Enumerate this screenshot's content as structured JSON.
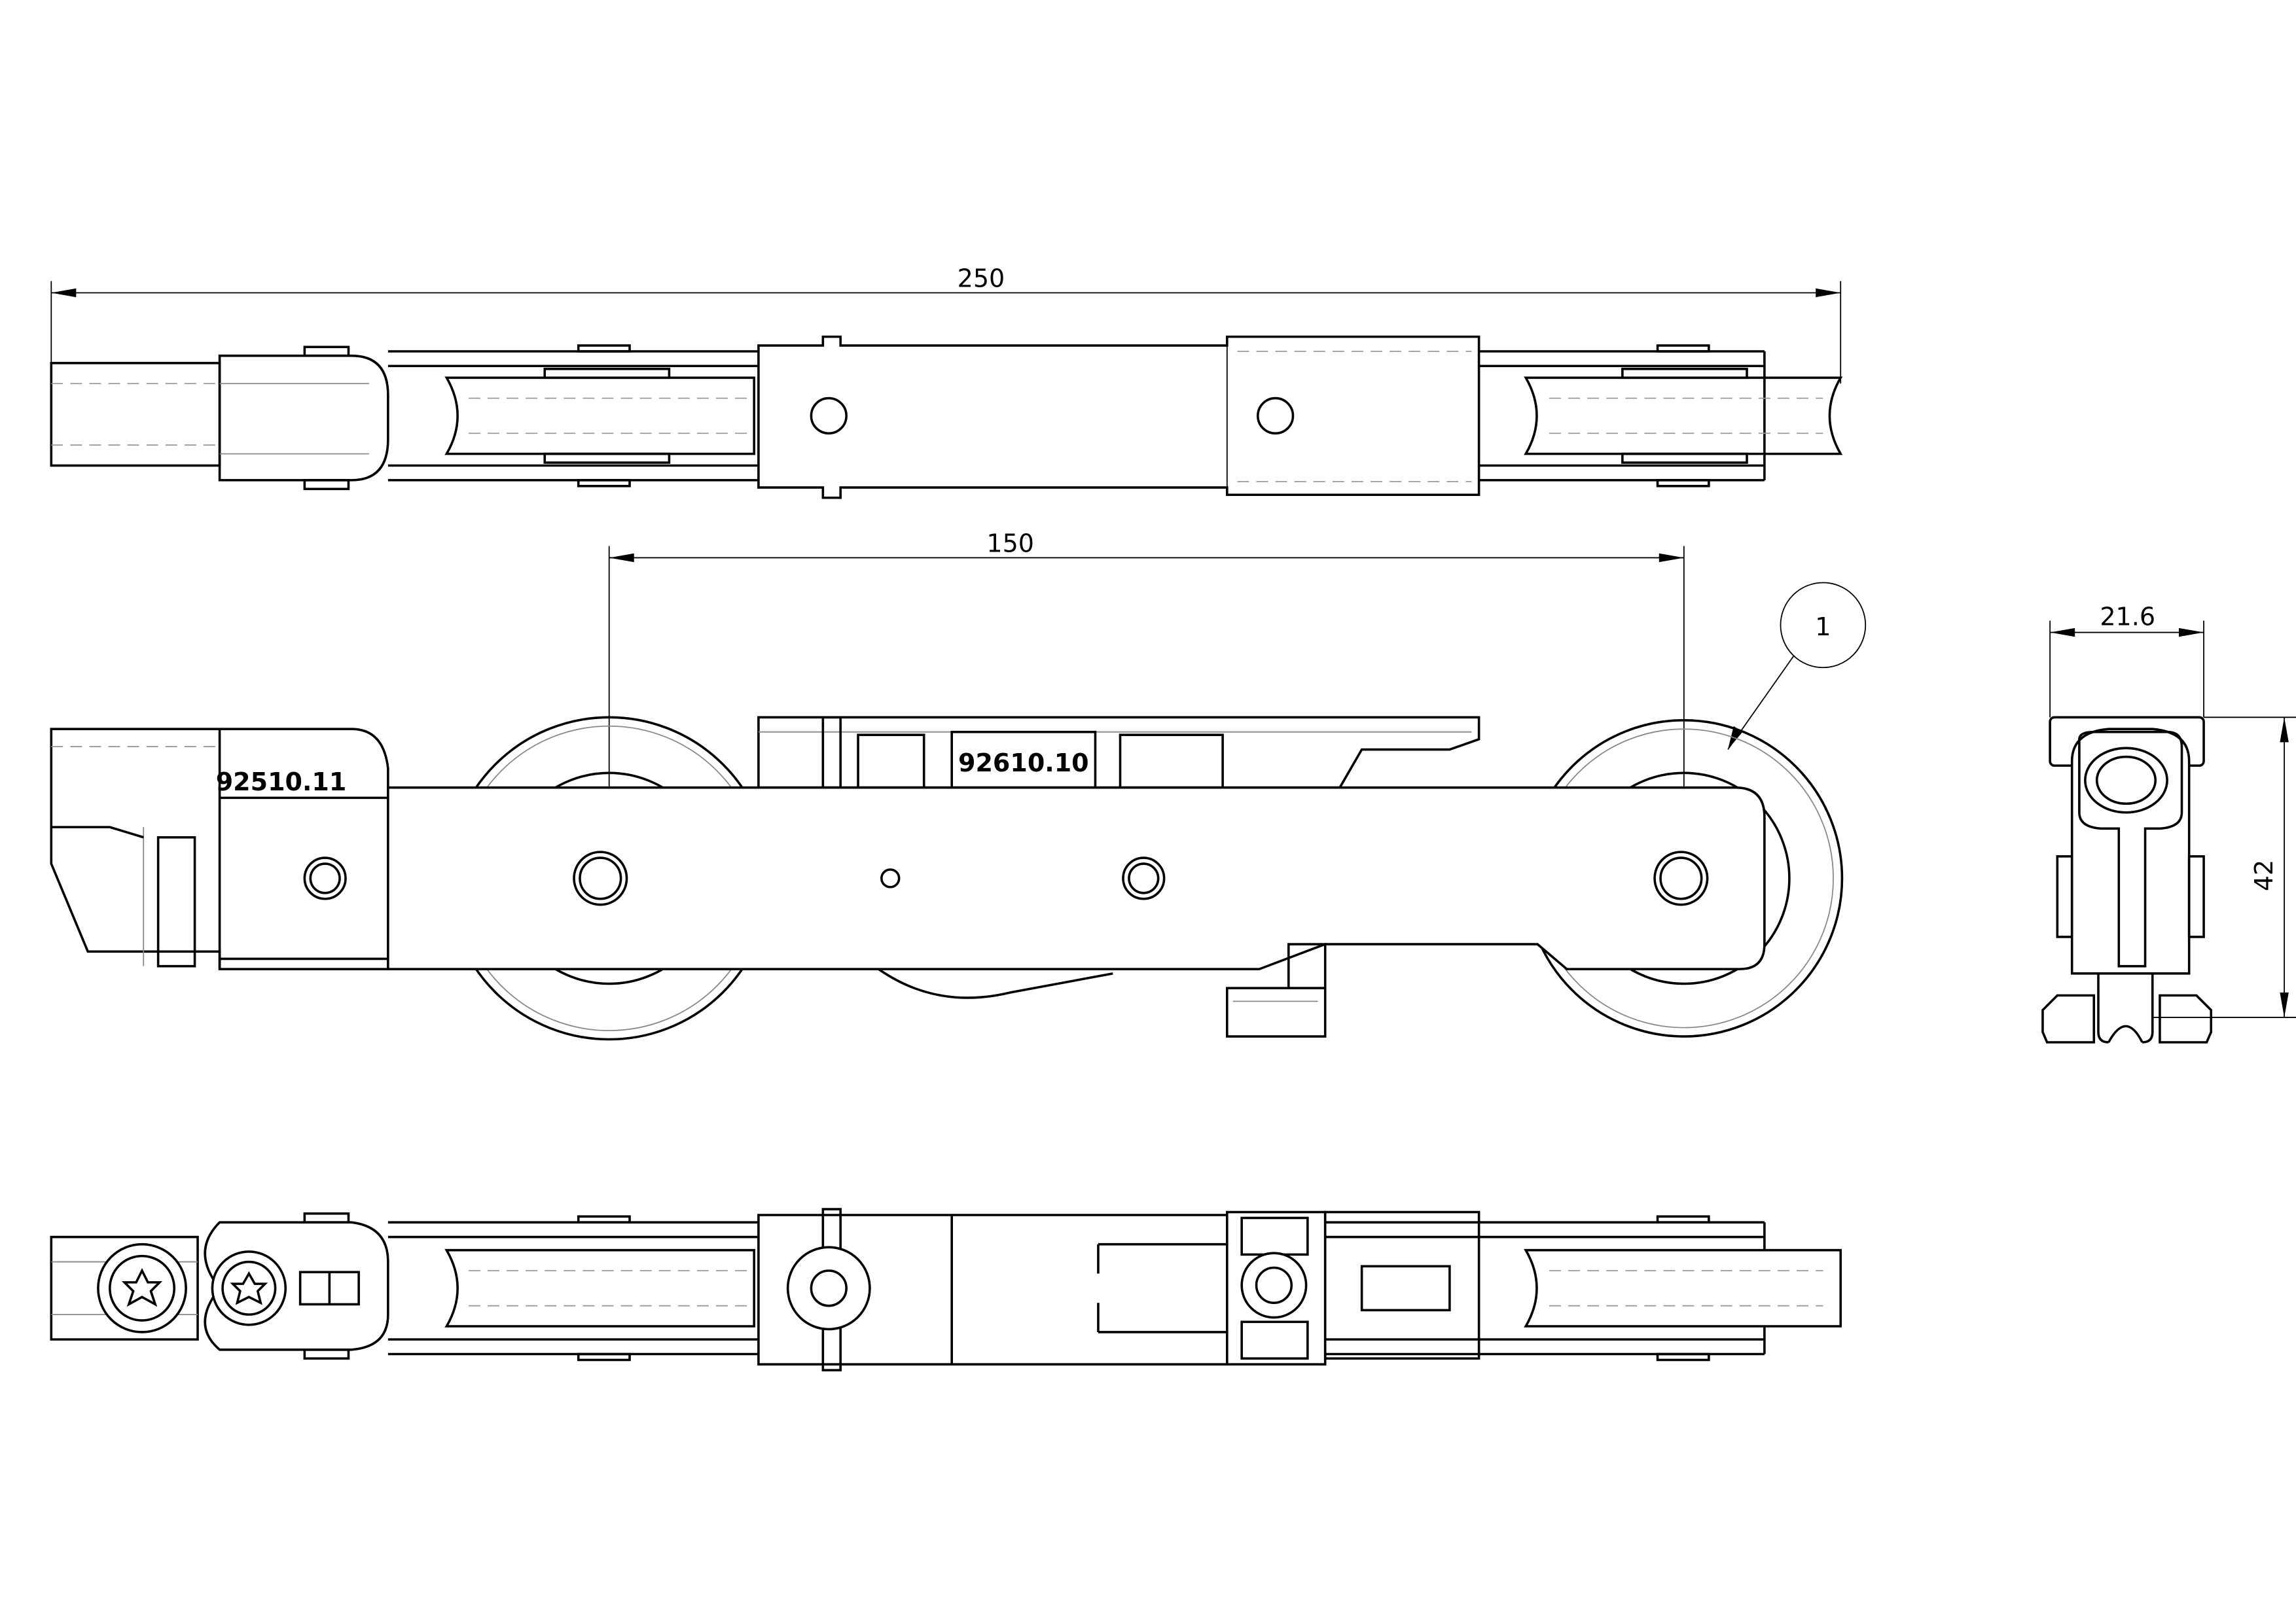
{
  "dimensions": {
    "overall_length": "250",
    "wheel_spacing": "150",
    "width": "21.6",
    "height": "42"
  },
  "callout": {
    "number": "1"
  },
  "part_labels": {
    "left_part": "92510.11",
    "center_part": "92610.10"
  },
  "colors": {
    "line": "#000000",
    "hidden_line": "#999999",
    "background": "#ffffff"
  }
}
